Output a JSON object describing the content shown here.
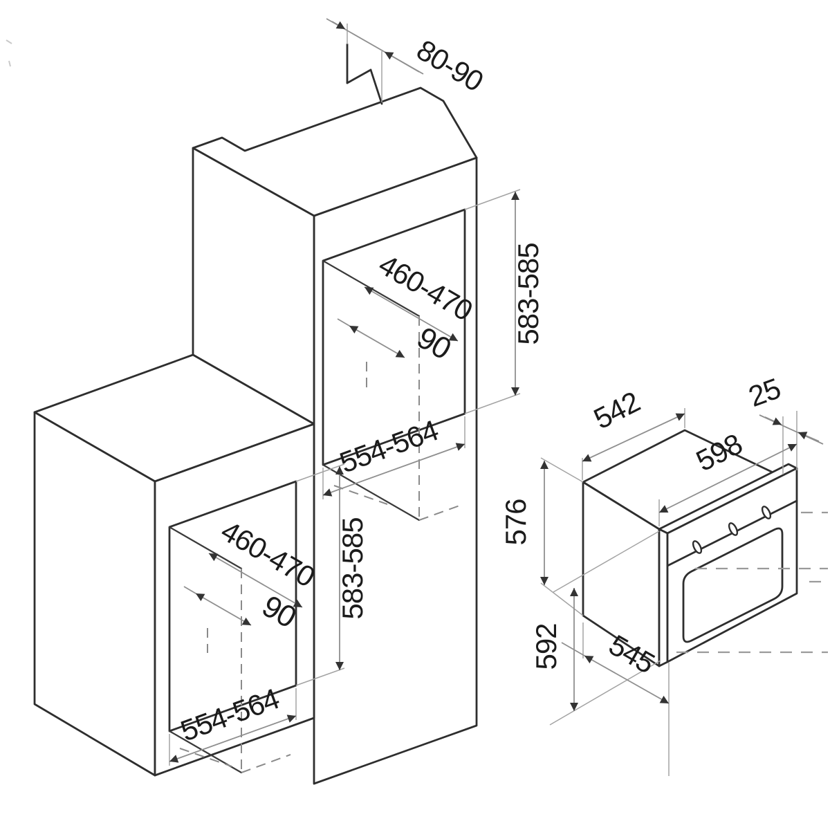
{
  "colors": {
    "background": "#ffffff",
    "ink": "#2e2e2e",
    "dimension_lines": "#8f8f8f",
    "label_text": "#1b1b1b"
  },
  "cabinet_drawing": {
    "vent_gap_depth": "80-90",
    "upper_niche": {
      "depth": "460-470",
      "rear_clearance": "90",
      "height": "583-585",
      "width": "554-564"
    },
    "lower_niche": {
      "depth": "460-470",
      "rear_clearance": "90",
      "height": "583-585",
      "width": "554-564"
    }
  },
  "oven_drawing": {
    "top_depth": "542",
    "fascia_overhang": "25",
    "width": "598",
    "body_height": "576",
    "front_height": "592",
    "bottom_depth": "545"
  }
}
